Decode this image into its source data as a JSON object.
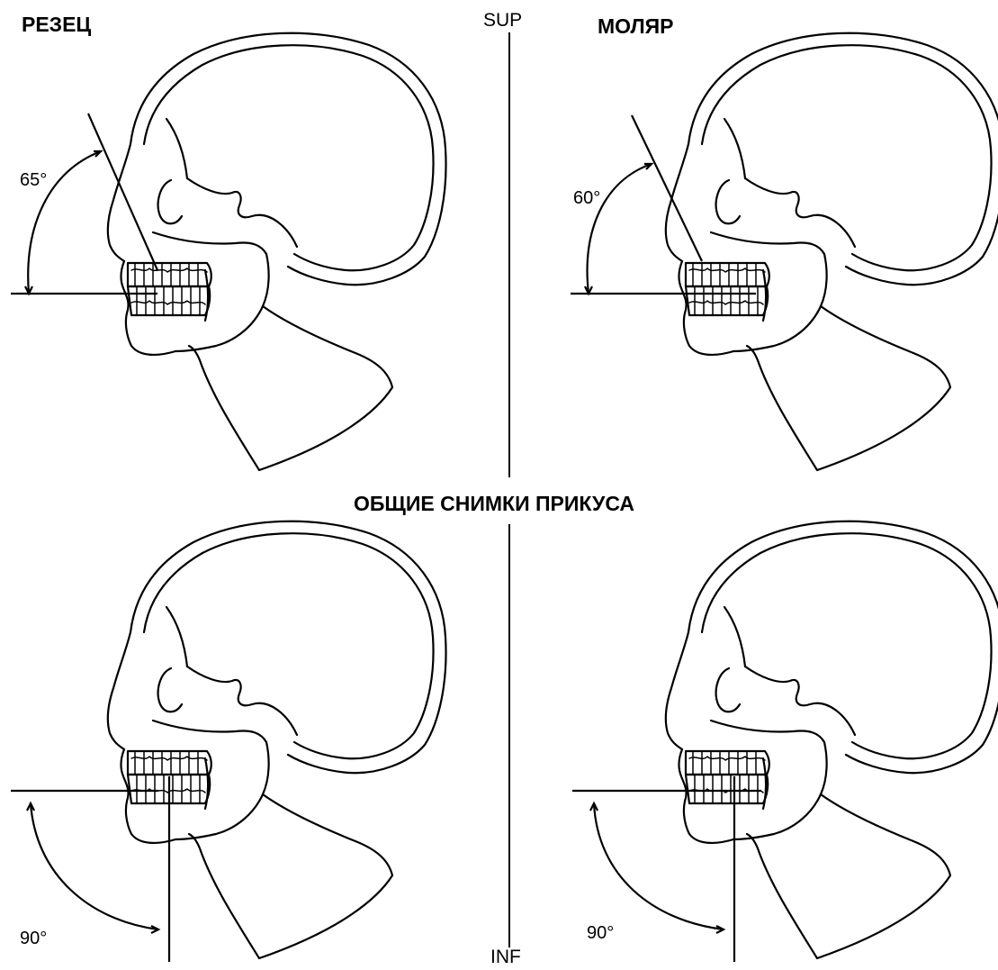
{
  "labels": {
    "incisor": "РЕЗЕЦ",
    "molar": "МОЛЯР",
    "center_title": "ОБЩИЕ СНИМКИ ПРИКУСА",
    "superior": "SUP",
    "inferior": "INF"
  },
  "panels": [
    {
      "id": "incisor-periapical",
      "angle_label": "65°",
      "beam_angle_deg": 65
    },
    {
      "id": "molar-periapical",
      "angle_label": "60°",
      "beam_angle_deg": 60
    },
    {
      "id": "incisor-occlusal",
      "angle_label": "90°",
      "beam_angle_deg": 90
    },
    {
      "id": "molar-occlusal",
      "angle_label": "90°",
      "beam_angle_deg": 90
    }
  ],
  "colors": {
    "ink": "#000000",
    "paper": "#ffffff"
  }
}
